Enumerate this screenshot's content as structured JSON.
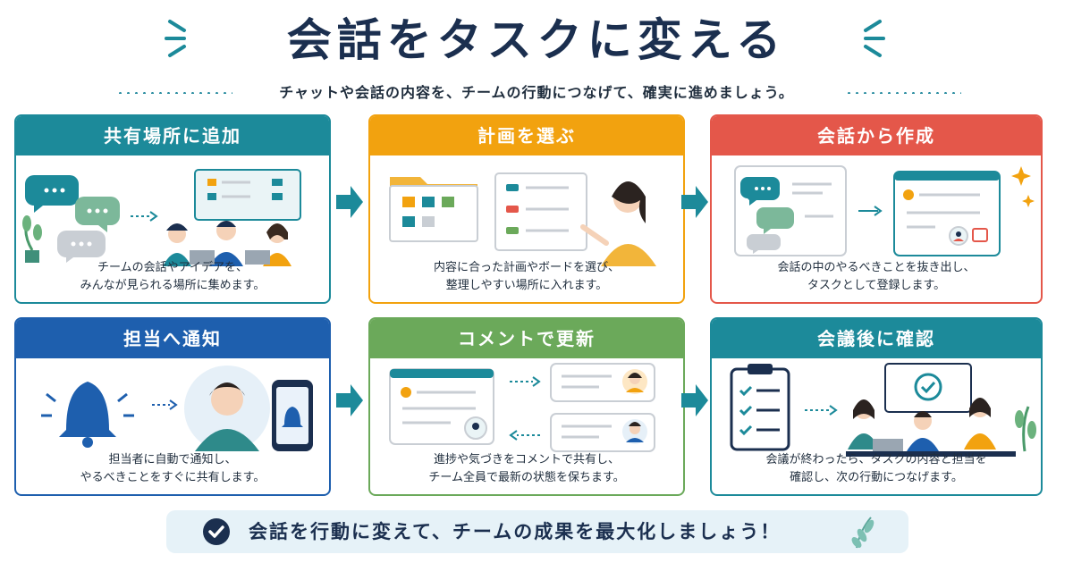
{
  "title": "会話をタスクに変える",
  "subtitle": "チャットや会話の内容を、チームの行動につなげて、確実に進めましょう。",
  "colors": {
    "teal": "#1c8a9a",
    "orange": "#f2a20f",
    "red": "#e4574a",
    "blue": "#1e5fae",
    "green": "#6ba95a",
    "navy": "#1b2f4f"
  },
  "cards": [
    {
      "title": "共有場所に追加",
      "desc": [
        "チームの会話やアイデアを、",
        "みんなが見られる場所に集めます。"
      ],
      "icon": "chat-to-board-illustration"
    },
    {
      "title": "計画を選ぶ",
      "desc": [
        "内容に合った計画やボードを選び、",
        "整理しやすい場所に入れます。"
      ],
      "icon": "plan-select-illustration"
    },
    {
      "title": "会話から作成",
      "desc": [
        "会話の中のやるべきことを抜き出し、",
        "タスクとして登録します。"
      ],
      "icon": "create-task-illustration"
    },
    {
      "title": "担当へ通知",
      "desc": [
        "担当者に自動で通知し、",
        "やるべきことをすぐに共有します。"
      ],
      "icon": "notify-illustration"
    },
    {
      "title": "コメントで更新",
      "desc": [
        "進捗や気づきをコメントで共有し、",
        "チーム全員で最新の状態を保ちます。"
      ],
      "icon": "comment-update-illustration"
    },
    {
      "title": "会議後に確認",
      "desc": [
        "会議が終わったら、タスクの内容と担当を",
        "確認し、次の行動につなげます。"
      ],
      "icon": "meeting-review-illustration"
    }
  ],
  "footer": {
    "text": "会話を行動に変えて、チームの成果を最大化しましょう！"
  }
}
